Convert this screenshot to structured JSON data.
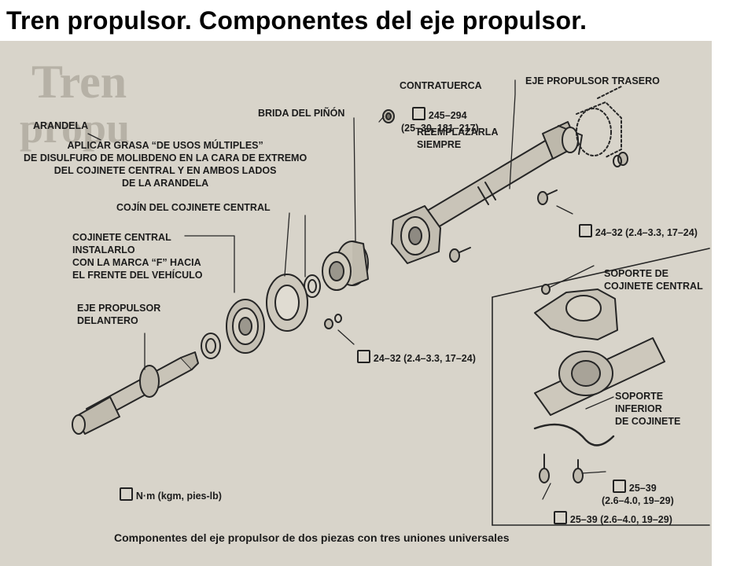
{
  "title": "Tren propulsor. Componentes del eje propulsor.",
  "labels": {
    "arandela": "ARANDELA",
    "grasa": "APLICAR GRASA “DE USOS MÚLTIPLES”\nDE DISULFURO DE MOLIBDENO EN LA CARA DE EXTREMO\nDEL COJINETE CENTRAL Y EN AMBOS LADOS\nDE LA ARANDELA",
    "brida": "BRIDA DEL PIÑÓN",
    "contratuerca": "CONTRATUERCA",
    "torque_contratuerca": "245–294\n(25–30, 181–217)",
    "reemplazar": "REEMPLAZARLA\nSIEMPRE",
    "eje_trasero": "EJE PROPULSOR TRASERO",
    "cojin": "COJÍN DEL COJINETE CENTRAL",
    "cojinete_central": "COJINETE CENTRAL\nINSTALARLO\nCON LA MARCA “F” HACIA\nEL FRENTE DEL VEHÍCULO",
    "eje_delantero": "EJE PROPULSOR\nDELANTERO",
    "torque_upper_right": "24–32 (2.4–3.3, 17–24)",
    "torque_center": "24–32 (2.4–3.3, 17–24)",
    "soporte_central": "SOPORTE DE\nCOJINETE CENTRAL",
    "soporte_inferior": "SOPORTE\nINFERIOR\nDE COJINETE",
    "torque_a": "25–39\n(2.6–4.0, 19–29)",
    "torque_b": "25–39 (2.6–4.0, 19–29)",
    "legend_units": "N·m (kgm, pies-lb)",
    "caption": "Componentes del eje propulsor de dos piezas con tres uniones universales"
  },
  "colors": {
    "paper": "#d8d4ca",
    "ink": "#1c1c1c",
    "ghost": "#b6b1a6"
  },
  "icons": [
    "torque-wrench-icon"
  ]
}
